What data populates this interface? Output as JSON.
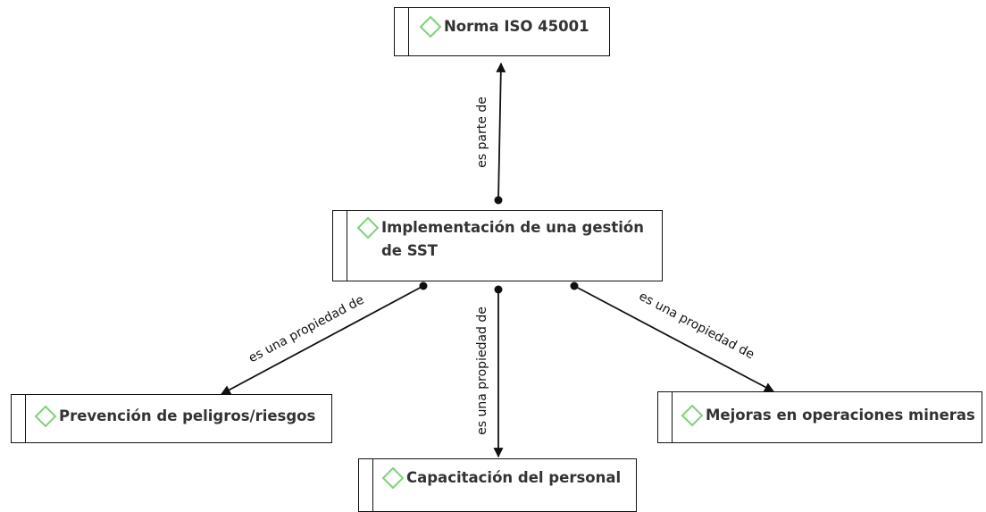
{
  "diagram": {
    "icon": "diamond-icon",
    "icon_color": "#7fd17a",
    "line_color": "#111111",
    "text_color": "#333333",
    "nodes": {
      "root": {
        "label": "Norma ISO 45001"
      },
      "center": {
        "label": "Implementación de una gestión de SST"
      },
      "left": {
        "label": "Prevención de peligros/riesgos"
      },
      "bottom": {
        "label": "Capacitación del personal"
      },
      "right": {
        "label": "Mejoras en operaciones mineras"
      }
    },
    "edges": {
      "center_root": {
        "label": "es parte de"
      },
      "center_left": {
        "label": "es una propiedad de"
      },
      "center_bottom": {
        "label": "es una propiedad de"
      },
      "center_right": {
        "label": "es una propiedad de"
      }
    }
  }
}
